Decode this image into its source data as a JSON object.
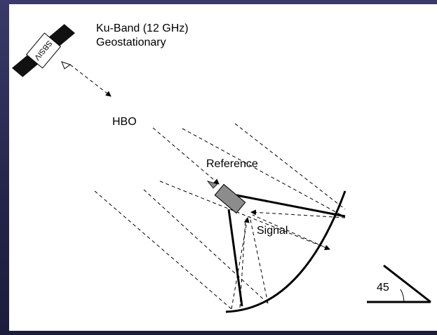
{
  "satellite": {
    "name": "SBSIV"
  },
  "title": {
    "line1": "Ku-Band (12 GHz)",
    "line2": "Geostationary"
  },
  "labels": {
    "source": "HBO",
    "reference": "Reference",
    "signal": "Signal",
    "angle": "45"
  },
  "colors": {
    "background": "#2a2a52",
    "panel": "#ffffff",
    "ink": "#000000",
    "receiver": "#8c8c8c"
  }
}
